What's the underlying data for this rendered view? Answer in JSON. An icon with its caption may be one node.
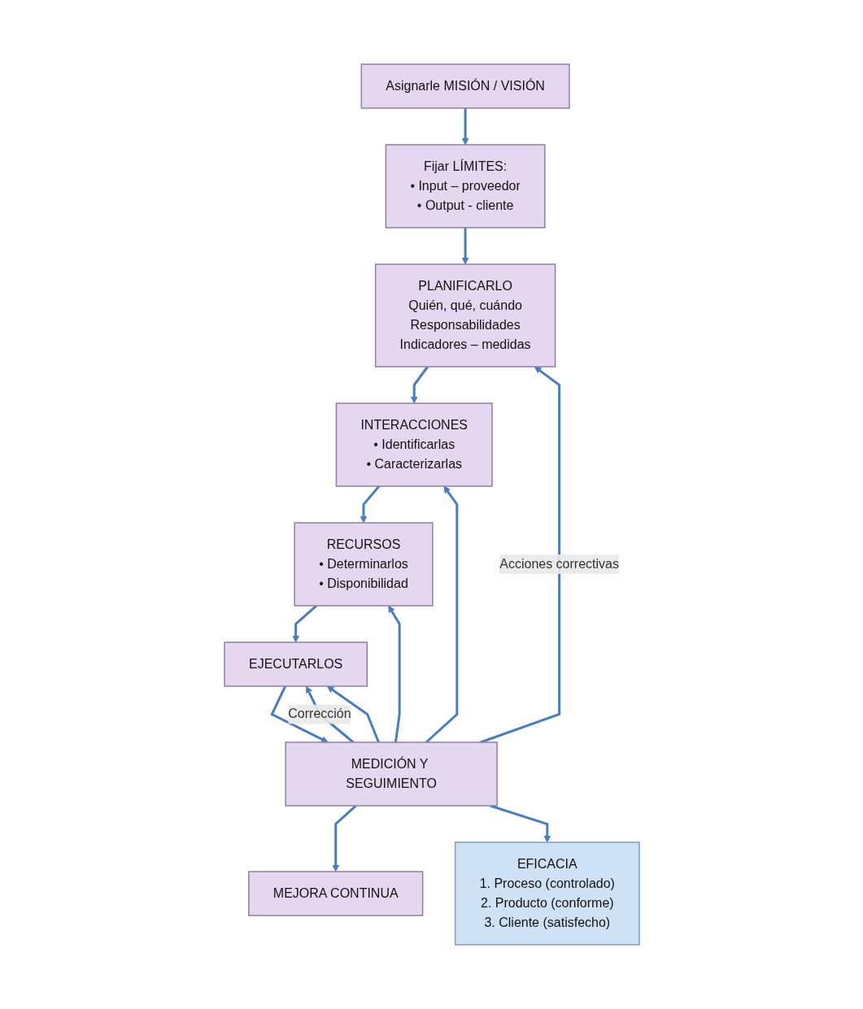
{
  "diagram": {
    "nodes": [
      {
        "text": [
          "Asignarle MISIÓN / VISIÓN"
        ]
      },
      {
        "text": [
          "Fijar LÍMITES:",
          "• Input – proveedor",
          "• Output - cliente"
        ]
      },
      {
        "text": [
          "PLANIFICARLO",
          "Quién, qué, cuándo",
          "Responsabilidades",
          "Indicadores – medidas"
        ]
      },
      {
        "text": [
          "INTERACCIONES",
          "• Identificarlas",
          "• Caracterizarlas"
        ]
      },
      {
        "text": [
          "RECURSOS",
          "• Determinarlos",
          "• Disponibilidad"
        ]
      },
      {
        "text": [
          "EJECUTARLOS"
        ]
      },
      {
        "text": [
          "MEDICIÓN Y SEGUIMIENTO"
        ]
      },
      {
        "text": [
          "MEJORA CONTINUA"
        ]
      },
      {
        "text": [
          "EFICACIA",
          "1. Proceso (controlado)",
          "2. Producto (conforme)",
          "3. Cliente (satisfecho)"
        ]
      }
    ],
    "edges": [
      {
        "from": 0,
        "to": 1,
        "arrow": "to"
      },
      {
        "from": 1,
        "to": 2,
        "arrow": "to"
      },
      {
        "from": 2,
        "to": 3,
        "arrow": "to"
      },
      {
        "from": 3,
        "to": 4,
        "arrow": "to"
      },
      {
        "from": 4,
        "to": 5,
        "arrow": "to"
      },
      {
        "from": 5,
        "to": 6,
        "arrow": "to"
      },
      {
        "from": 6,
        "to": 7,
        "arrow": "to"
      },
      {
        "from": 6,
        "to": 5,
        "label": "Corrección",
        "arrow": "to"
      },
      {
        "from": 6,
        "to": 2,
        "label": "Acciones correctivas",
        "arrow": "to"
      },
      {
        "from": 6,
        "to": 3,
        "arrow": "to"
      },
      {
        "from": 6,
        "to": 4,
        "arrow": "to"
      },
      {
        "from": 6,
        "to": 5,
        "arrow": "to"
      },
      {
        "from": 6,
        "to": 8,
        "arrow": "to"
      }
    ]
  }
}
